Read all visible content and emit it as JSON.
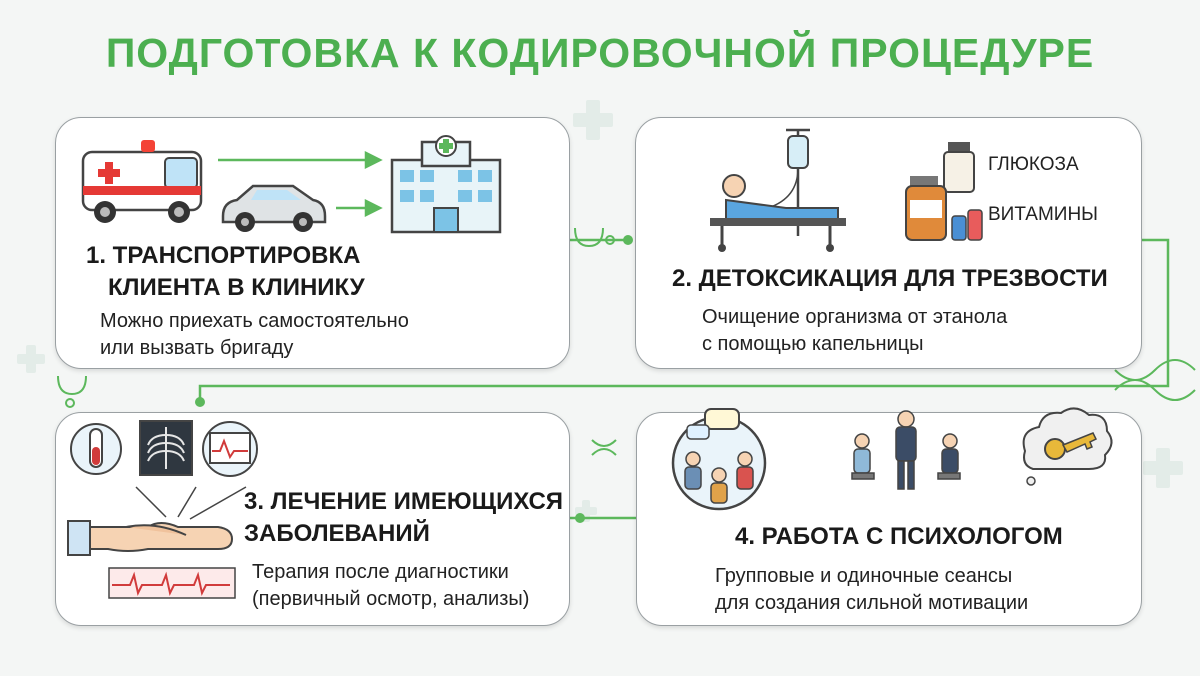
{
  "title": "ПОДГОТОВКА К КОДИРОВОЧНОЙ ПРОЦЕДУРЕ",
  "colors": {
    "accent": "#4caf50",
    "connector": "#5cb85c",
    "background": "#f4f6f5",
    "card_border": "#9aa0a3"
  },
  "steps": [
    {
      "heading_line1": "1. ТРАНСПОРТИРОВКА",
      "heading_line2": "КЛИЕНТА В КЛИНИКУ",
      "body_line1": "Можно приехать самостоятельно",
      "body_line2": "или вызвать бригаду",
      "icons": [
        "ambulance-icon",
        "car-icon",
        "hospital-icon"
      ]
    },
    {
      "heading": "2. ДЕТОКСИКАЦИЯ ДЛЯ ТРЕЗВОСТИ",
      "body_line1": "Очищение организма от этанола",
      "body_line2": "с помощью капельницы",
      "label_glucose": "ГЛЮКОЗА",
      "label_vitamins": "ВИТАМИНЫ",
      "icons": [
        "iv-drip-patient-icon",
        "medicine-bottles-icon"
      ]
    },
    {
      "heading_line1": "3. ЛЕЧЕНИЕ ИМЕЮЩИХСЯ",
      "heading_line2": "ЗАБОЛЕВАНИЙ",
      "body_line1": "Терапия после диагностики",
      "body_line2": "(первичный осмотр, анализы)",
      "icons": [
        "test-tube-icon",
        "xray-icon",
        "monitor-icon",
        "pulse-check-icon",
        "ecg-strip-icon"
      ]
    },
    {
      "heading": "4. РАБОТА С ПСИХОЛОГОМ",
      "body_line1": "Групповые и одиночные сеансы",
      "body_line2": "для создания сильной мотивации",
      "icons": [
        "group-session-icon",
        "psychologist-session-icon",
        "key-idea-icon"
      ]
    }
  ]
}
